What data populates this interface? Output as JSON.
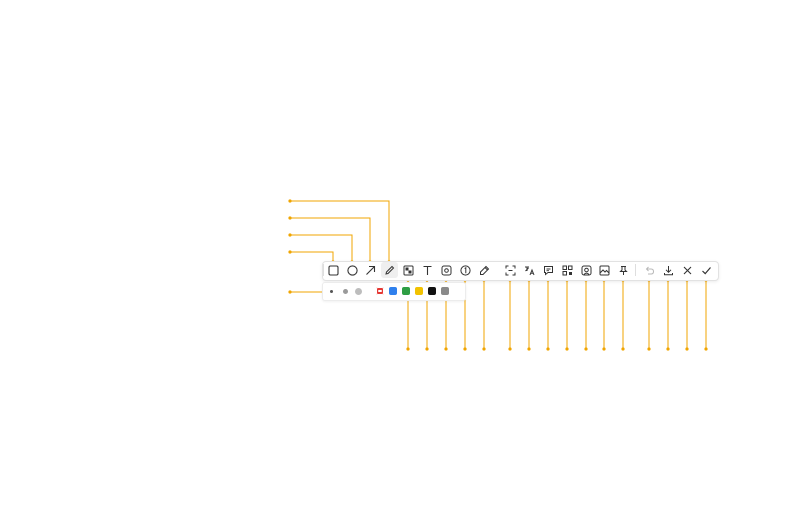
{
  "colors": {
    "accent": "#f0a500",
    "icon": "#333333",
    "disabled_icon": "#b8b8b8",
    "swatch_red": "#e53935",
    "swatch_blue": "#2f80ed",
    "swatch_green": "#2e9e44",
    "swatch_yellow": "#f2c200",
    "swatch_black": "#111111",
    "swatch_gray": "#8a8a8a"
  },
  "toolbar": {
    "tools": [
      {
        "id": "rectangle",
        "icon": "rectangle-icon",
        "active": false
      },
      {
        "id": "ellipse",
        "icon": "ellipse-icon",
        "active": false
      },
      {
        "id": "arrow",
        "icon": "arrow-icon",
        "active": false
      },
      {
        "id": "pen",
        "icon": "pen-icon",
        "active": true
      },
      {
        "id": "mosaic",
        "icon": "mosaic-icon",
        "active": false
      },
      {
        "id": "text",
        "icon": "text-icon",
        "active": false
      },
      {
        "id": "serial-number",
        "icon": "serial-number-icon",
        "active": false
      },
      {
        "id": "step-number",
        "icon": "step-number-icon",
        "active": false
      },
      {
        "id": "color-picker",
        "icon": "eyedropper-icon",
        "active": false
      },
      {
        "id": "ocr",
        "icon": "ocr-scan-icon",
        "active": false
      },
      {
        "id": "translate",
        "icon": "translate-icon",
        "active": false
      },
      {
        "id": "comment",
        "icon": "comment-icon",
        "active": false
      },
      {
        "id": "qr-code",
        "icon": "qr-code-icon",
        "active": false
      },
      {
        "id": "recognize",
        "icon": "recognize-icon",
        "active": false
      },
      {
        "id": "long-screenshot",
        "icon": "image-frame-icon",
        "active": false
      },
      {
        "id": "pin",
        "icon": "pin-icon",
        "active": false
      },
      {
        "id": "undo",
        "icon": "undo-icon",
        "active": false,
        "disabled": true
      },
      {
        "id": "download",
        "icon": "download-icon",
        "active": false
      },
      {
        "id": "close",
        "icon": "close-icon",
        "active": false
      },
      {
        "id": "confirm",
        "icon": "check-icon",
        "active": false
      }
    ]
  },
  "subbar": {
    "sizes": [
      "small",
      "medium",
      "large"
    ],
    "selected_size": "small",
    "swatches": [
      "red",
      "blue",
      "green",
      "yellow",
      "black",
      "gray"
    ],
    "selected_swatch": "red"
  }
}
